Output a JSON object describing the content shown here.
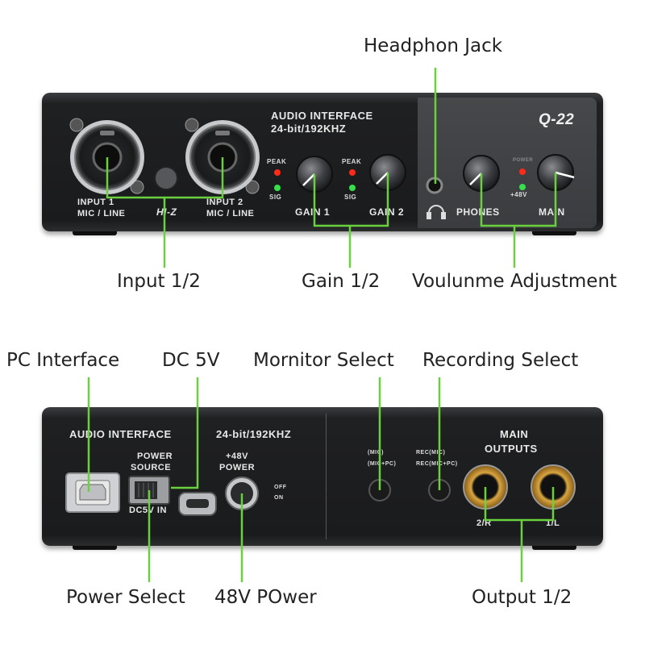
{
  "front": {
    "title_line1": "AUDIO INTERFACE",
    "title_line2": "24-bit/192KHZ",
    "model": "Q-22",
    "input1_label": "INPUT 1",
    "input1_sub": "MIC / LINE",
    "input2_label": "INPUT 2",
    "input2_sub": "MIC / LINE",
    "hiz": "HI-Z",
    "peak": "PEAK",
    "sig": "SIG",
    "gain1": "GAIN 1",
    "gain2": "GAIN 2",
    "phones": "PHONES",
    "main": "MAIN",
    "power48": "+48V",
    "power_small": "POWER"
  },
  "back": {
    "title_line1": "AUDIO INTERFACE",
    "title_line2": "24-bit/192KHZ",
    "power_source_1": "POWER",
    "power_source_2": "SOURCE",
    "dc5v_in": "DC5V IN",
    "power48_1": "+48V",
    "power48_2": "POWER",
    "off": "OFF",
    "on": "ON",
    "monitor_1": "(MIC)",
    "monitor_2": "(MIC+PC)",
    "rec_1": "REC(MIC)",
    "rec_2": "REC(MIC+PC)",
    "main_outputs_1": "MAIN",
    "main_outputs_2": "OUTPUTS",
    "out_r": "2/R",
    "out_l": "1/L"
  },
  "callouts": {
    "headphone_jack": "Headphon Jack",
    "input": "Input 1/2",
    "gain": "Gain 1/2",
    "volume": "Voulunme Adjustment",
    "pc_interface": "PC Interface",
    "dc5v": "DC 5V",
    "monitor_select": "Mornitor Select",
    "recording_select": "Recording Select",
    "power_select": "Power Select",
    "power48": "48V POwer",
    "output": "Output 1/2"
  },
  "colors": {
    "leader_green": "#6ad13e",
    "panel_dark": "#1c1d1f",
    "led_red": "#ff2a1a",
    "led_green": "#35e04a",
    "jack_gold": "#c8952a"
  },
  "icons": [
    "headphone-icon",
    "xlr-combo-jack-icon",
    "usb-b-port-icon",
    "micro-usb-port-icon"
  ]
}
